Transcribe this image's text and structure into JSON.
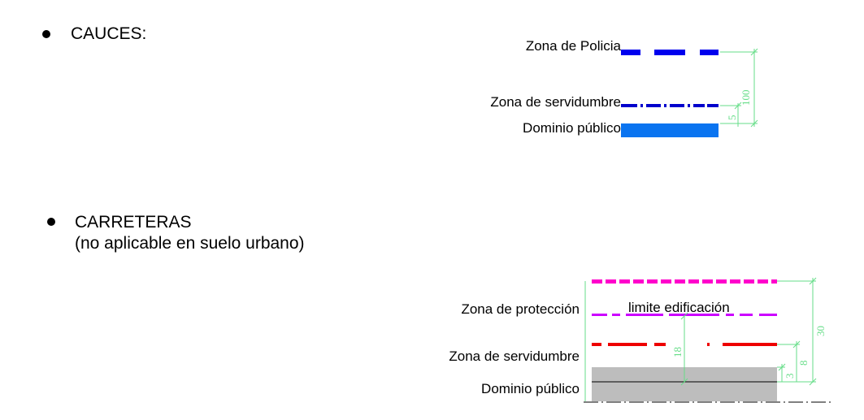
{
  "cauces": {
    "heading": "CAUCES:",
    "labels": {
      "zona_policia": "Zona de Policia",
      "zona_servidumbre": "Zona de servidumbre",
      "dominio_publico": "Dominio público"
    },
    "dimensions": {
      "outer": "100",
      "inner": "5"
    }
  },
  "carreteras": {
    "heading_line1": "CARRETERAS",
    "heading_line2": "(no aplicable en suelo urbano)",
    "labels": {
      "zona_proteccion": "Zona de protección",
      "limite_edificacion": "limite edificación",
      "zona_servidumbre": "Zona de servidumbre",
      "dominio_publico": "Dominio público"
    },
    "dimensions": {
      "total": "30",
      "edificacion": "18",
      "servidumbre": "8",
      "dominio": "3"
    }
  },
  "colors": {
    "policia_line": "#0000ee",
    "servidumbre_line_cauces": "#0000cc",
    "dominio_cauces": "#0a74f0",
    "proteccion_line": "#ff00cc",
    "edificacion_line": "#cc00ff",
    "servidumbre_line_carreteras": "#ee0000",
    "dominio_carreteras": "#bdbdbd",
    "dimension": "#66dd88"
  }
}
